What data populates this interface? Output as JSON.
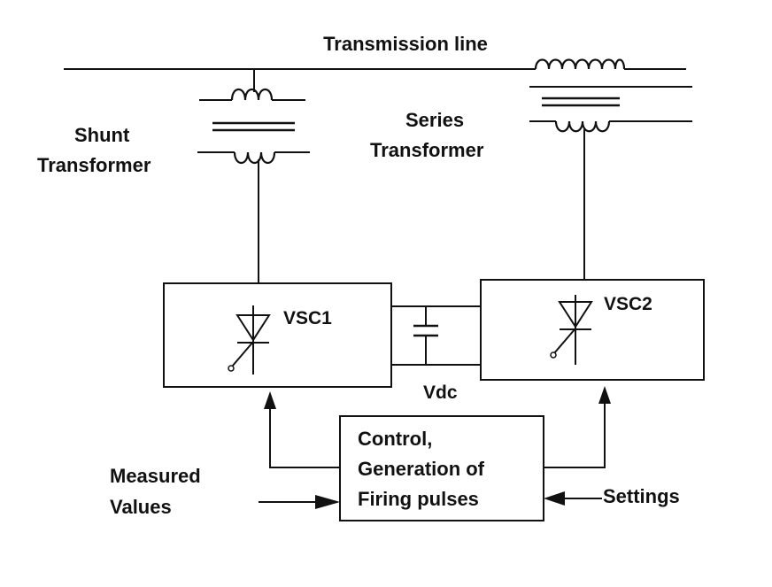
{
  "title": "Transmission line",
  "shunt_transformer": {
    "line1": "Shunt",
    "line2": "Transformer"
  },
  "series_transformer": {
    "line1": "Series",
    "line2": "Transformer"
  },
  "vsc1": {
    "label": "VSC1"
  },
  "vsc2": {
    "label": "VSC2"
  },
  "dc_link": {
    "label": "Vdc"
  },
  "control_block": {
    "line1": "Control,",
    "line2": "Generation of",
    "line3": "Firing pulses"
  },
  "inputs": {
    "measured": {
      "line1": "Measured",
      "line2": "Values"
    },
    "settings": {
      "label": "Settings"
    }
  },
  "colors": {
    "ink": "#111111",
    "background": "#ffffff"
  }
}
